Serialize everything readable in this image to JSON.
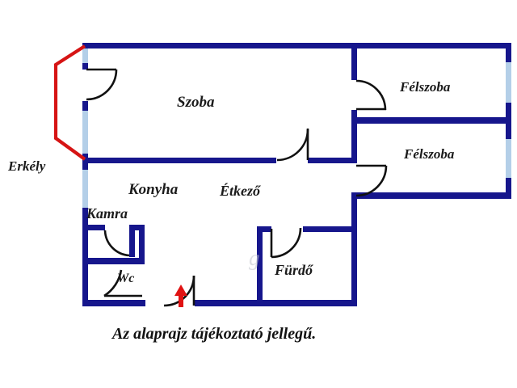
{
  "caption": "Az alaprajz tájékoztató jellegű.",
  "rooms": {
    "szoba": "Szoba",
    "felszoba_top": "Félszoba",
    "felszoba_bottom": "Félszoba",
    "konyha": "Konyha",
    "etkezo": "Étkező",
    "kamra": "Kamra",
    "wc": "Wc",
    "furdo": "Fürdő",
    "erkely": "Erkély"
  },
  "watermark_fragment": "g",
  "colors": {
    "wall": "#16168c",
    "window": "#b4cfe8",
    "balcony_outline": "#d61414",
    "entry_arrow": "#e01212",
    "door_line": "#111111",
    "label_text": "#1b1b1b",
    "background": "#ffffff"
  }
}
